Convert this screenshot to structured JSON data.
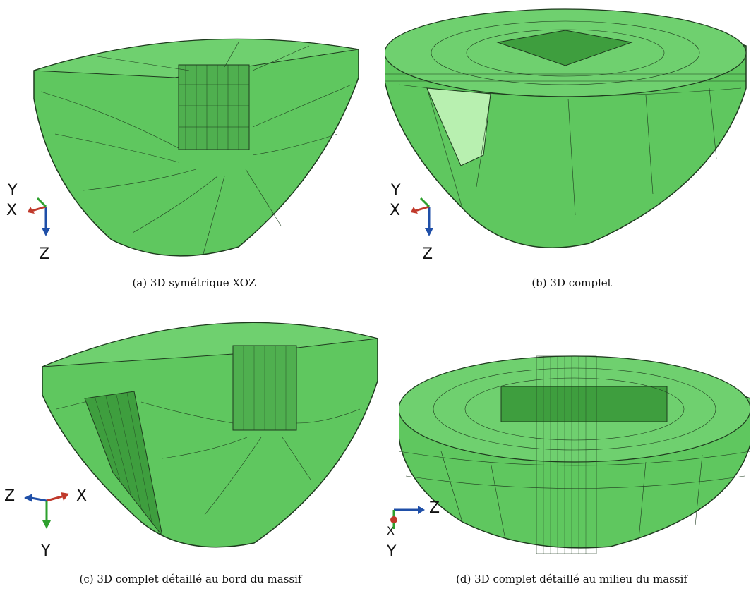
{
  "figures": [
    {
      "id": "a",
      "caption": "(a)  3D symétrique XOZ",
      "axes": {
        "up": "Y",
        "left": "X",
        "down": "Z"
      }
    },
    {
      "id": "b",
      "caption": "(b)  3D complet",
      "axes": {
        "up": "Y",
        "left": "X",
        "down": "Z"
      }
    },
    {
      "id": "c",
      "caption": "(c)  3D complet détaillé au bord du massif",
      "axes": {
        "left": "Z",
        "right": "X",
        "down": "Y"
      }
    },
    {
      "id": "d",
      "caption": "(d)  3D complet détaillé au milieu du massif",
      "axes": {
        "right": "Z",
        "mid": "X",
        "down": "Y"
      }
    }
  ],
  "colors": {
    "mesh_fill": "#5fc75f",
    "mesh_dark": "#3e9e3e",
    "highlight": "#b8f0b0",
    "axis_red": "#c0392b",
    "axis_blue": "#1f4fa8",
    "axis_green": "#2ea02e"
  }
}
